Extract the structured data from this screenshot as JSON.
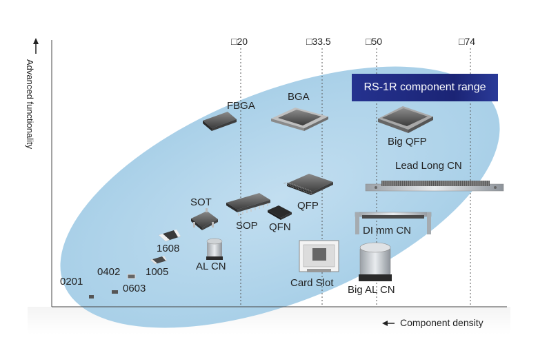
{
  "axes": {
    "y_label": "Advanced functionality",
    "x_label": "Component density"
  },
  "ticks": [
    "□20",
    "□33.5",
    "□50",
    "□74"
  ],
  "banner": "RS-1R component range",
  "components": {
    "c0201": "0201",
    "c0402": "0402",
    "c0603": "0603",
    "c1005": "1005",
    "c1608": "1608",
    "al_cn": "AL CN",
    "sot": "SOT",
    "sop": "SOP",
    "qfn": "QFN",
    "fbga": "FBGA",
    "bga": "BGA",
    "qfp": "QFP",
    "card_slot": "Card Slot",
    "big_al_cn": "Big AL CN",
    "di_mm_cn": "DI mm CN",
    "lead_long_cn": "Lead Long CN",
    "big_qfp": "Big QFP"
  },
  "colors": {
    "ellipse": "#b3d6ea",
    "banner": "#1c2a80"
  }
}
